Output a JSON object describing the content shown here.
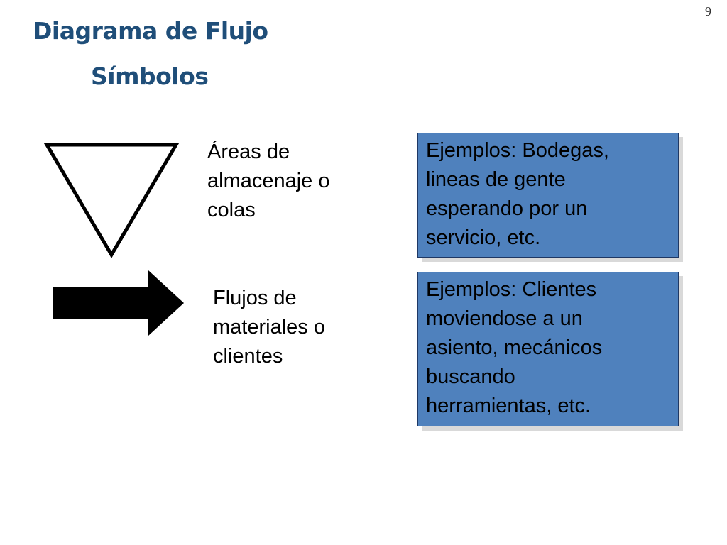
{
  "slide": {
    "number": "9",
    "title": "Diagrama de Flujo",
    "subtitle": "Símbolos"
  },
  "rows": [
    {
      "symbol_icon": "inverted-triangle-icon",
      "label": "Áreas de\nalmacenaje o\ncolas",
      "example": "Ejemplos: Bodegas,\nlineas de gente\nesperando por un\nservicio, etc."
    },
    {
      "symbol_icon": "right-arrow-icon",
      "label": "Flujos de\nmateriales o\nclientes",
      "example": "Ejemplos: Clientes\nmoviendose a un\nasiento, mecánicos\nbuscando\nherramientas, etc."
    }
  ],
  "colors": {
    "title": "#1f4e79",
    "box_fill": "#4f81bd",
    "box_border": "#1f3864",
    "box_shadow": "#d9d9d9",
    "symbol": "#000000"
  }
}
